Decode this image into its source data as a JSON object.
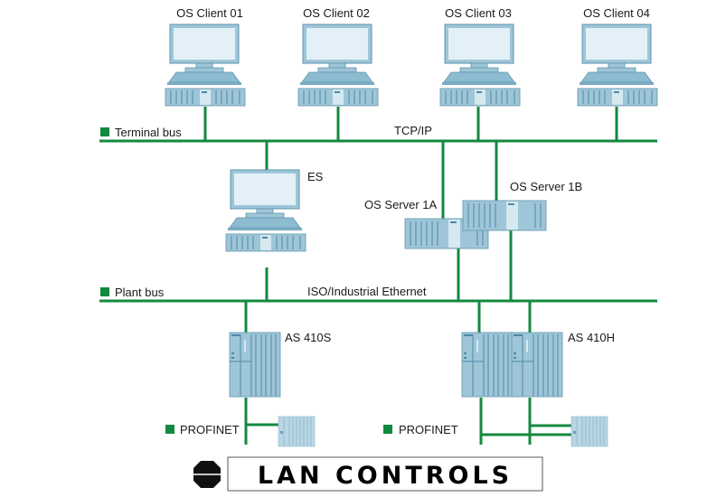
{
  "colors": {
    "bus": "#13893f",
    "device_fill": "#9ec6d8",
    "device_light": "#d6e8f0",
    "device_dark": "#4d88a6",
    "screen": "#e3f0f7",
    "logo_border": "#555555"
  },
  "clients": [
    {
      "label": "OS Client 01"
    },
    {
      "label": "OS Client 02"
    },
    {
      "label": "OS Client 03"
    },
    {
      "label": "OS Client 04"
    }
  ],
  "terminal_bus": {
    "legend": "Terminal bus",
    "protocol": "TCP/IP"
  },
  "engineering_station": {
    "label": "ES"
  },
  "servers": [
    {
      "label": "OS Server 1A"
    },
    {
      "label": "OS Server 1B"
    }
  ],
  "plant_bus": {
    "legend": "Plant bus",
    "protocol": "ISO/Industrial Ethernet"
  },
  "automation_systems": [
    {
      "label": "AS 410S"
    },
    {
      "label": "AS 410H"
    }
  ],
  "profinet": [
    {
      "legend": "PROFINET"
    },
    {
      "legend": "PROFINET"
    }
  ],
  "logo": {
    "text": "LAN CONTROLS"
  }
}
